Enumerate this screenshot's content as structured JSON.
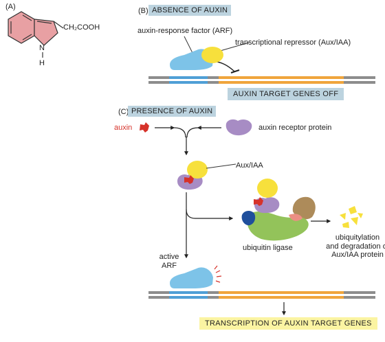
{
  "panel_a": {
    "label": "(A)",
    "substituent": "CH₂COOH",
    "nitrogen": "N",
    "hydrogen": "H"
  },
  "panel_b": {
    "label": "(B)",
    "title": "ABSENCE OF AUXIN",
    "arf_label": "auxin-response factor (ARF)",
    "repressor_label": "transcriptional repressor (Aux/IAA)",
    "status": "AUXIN TARGET GENES OFF"
  },
  "panel_c": {
    "label": "(C)",
    "title": "PRESENCE OF AUXIN",
    "auxin_label": "auxin",
    "receptor_label": "auxin receptor protein",
    "aux_iaa_label": "Aux/IAA",
    "ligase_label": "ubiquitin ligase",
    "degradation_lines": [
      "ubiquitylation",
      "and degradation of",
      "Aux/IAA protein"
    ],
    "active_arf_lines": [
      "active",
      "ARF"
    ],
    "result": "TRANSCRIPTION OF AUXIN TARGET GENES"
  },
  "colors": {
    "arf_blue": "#7dc3e8",
    "aux_iaa_yellow": "#f7e03c",
    "auxin_red": "#d6322a",
    "receptor_purple": "#a78cc4",
    "ligase_green": "#93c35a",
    "ligase_brown": "#ad8b5a",
    "ligase_navy": "#1f4f9c",
    "ligase_salmon": "#ec8f84",
    "gene_orange": "#f0a53c",
    "dna_gray": "#8d8d8d",
    "banner_blue": "#bcd3df",
    "banner_yellow": "#fbf4a2",
    "indole_pink": "#e8a0a3"
  }
}
